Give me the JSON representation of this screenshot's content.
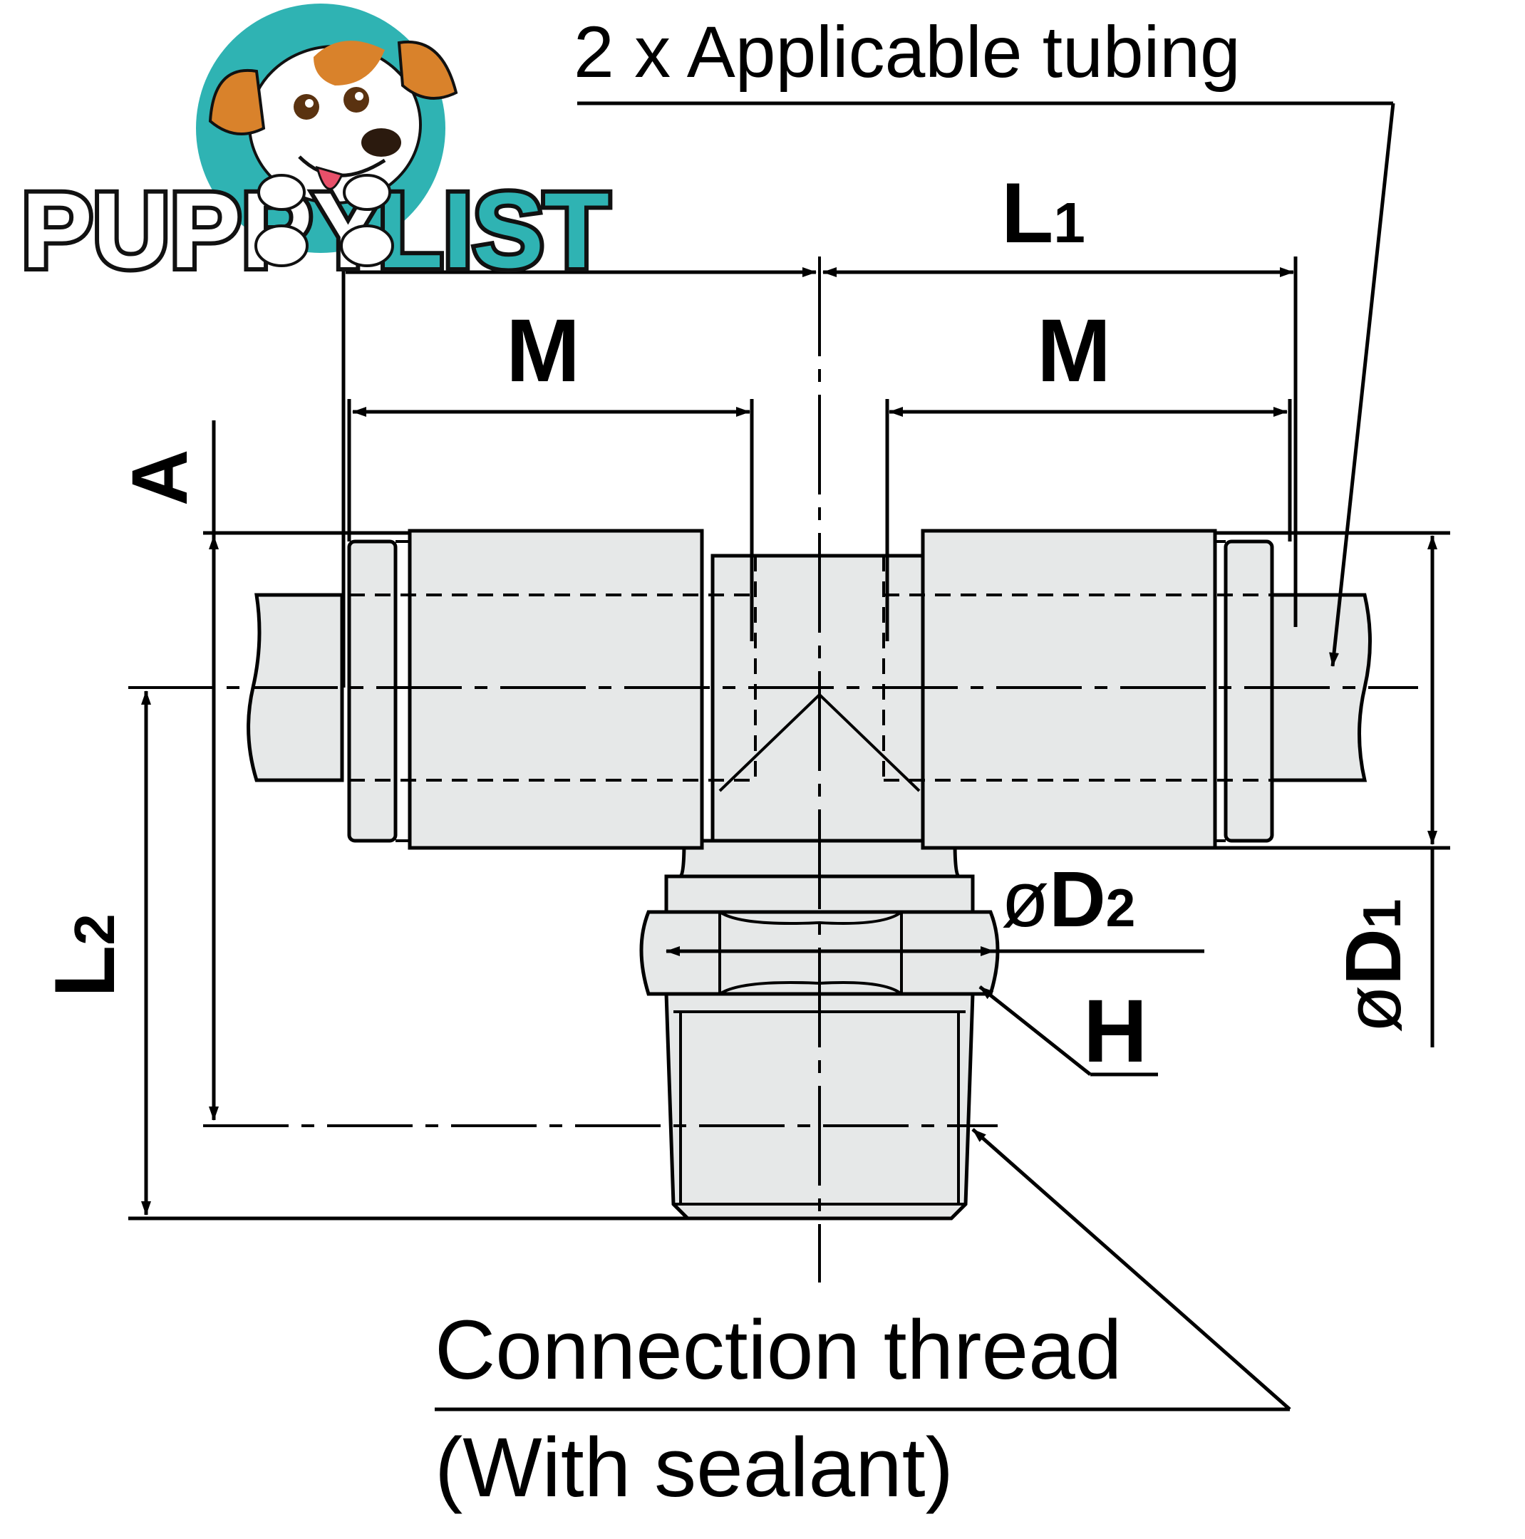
{
  "logo": {
    "text_a": "PUPPY",
    "text_b": "LIST",
    "teal": "#2fb3b3",
    "black": "#111111"
  },
  "labels": {
    "tubing": "2 x Applicable tubing",
    "connection_thread": "Connection thread",
    "sealant": "(With sealant)",
    "L1": "L",
    "L1_sub": "1",
    "L2": "L",
    "L2_sub": "2",
    "M_left": "M",
    "M_right": "M",
    "A": "A",
    "D2_prefix": "ø",
    "D2": "D",
    "D2_sub": "2",
    "D1_prefix": "ø",
    "D1": "D",
    "D1_sub": "1",
    "H": "H"
  },
  "colors": {
    "fitting_fill": "#e6e8e8",
    "line": "#000000"
  }
}
